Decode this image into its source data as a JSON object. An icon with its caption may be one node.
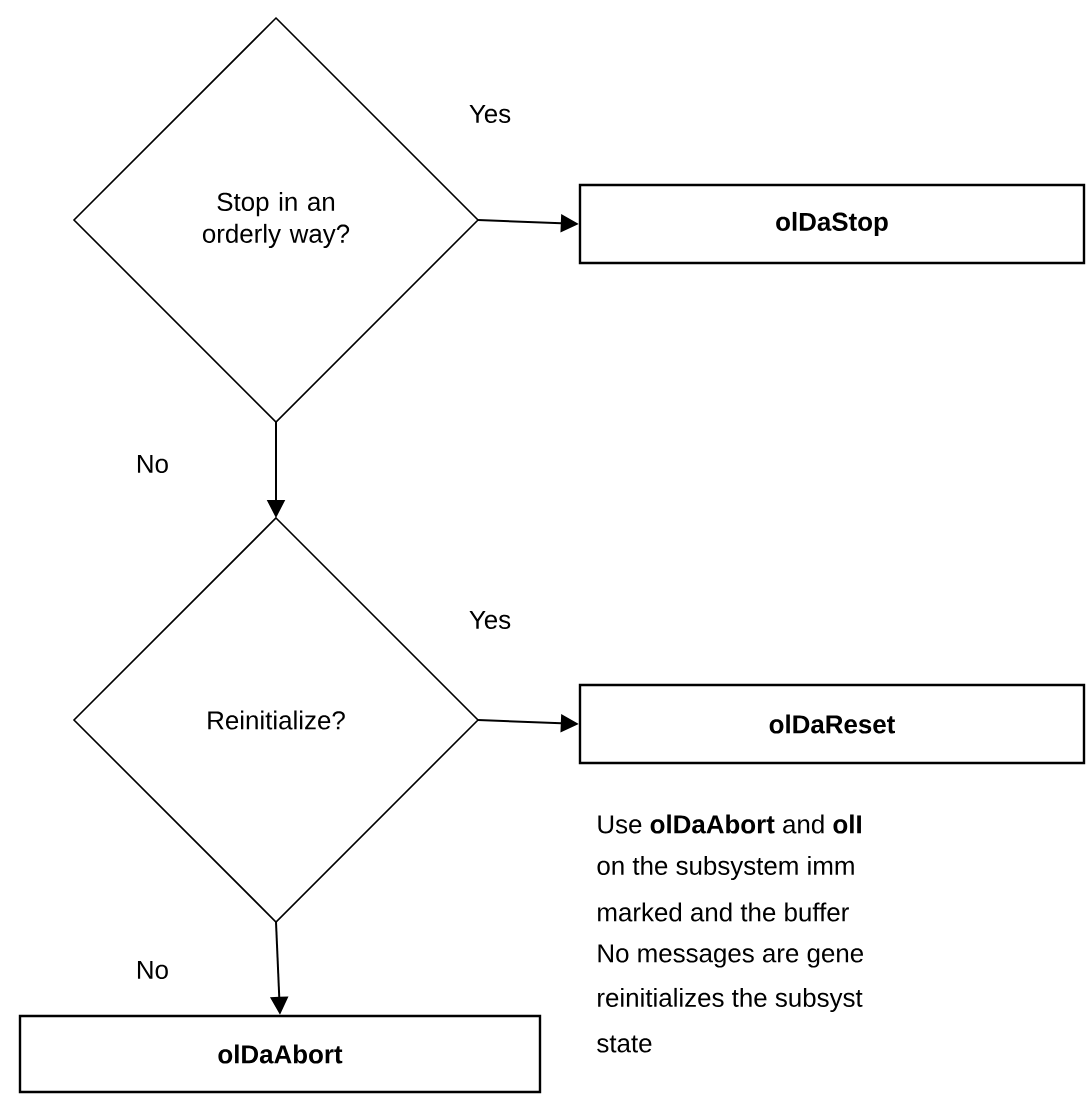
{
  "diagram": {
    "nodes": [
      {
        "text": [
          "Stop in an orderly way?"
        ]
      },
      {
        "text": [
          "olDaStop"
        ]
      },
      {
        "text": [
          "Reinitialize?"
        ]
      },
      {
        "text": [
          "olDaReset"
        ]
      },
      {
        "text": [
          "olDaAbort"
        ]
      }
    ],
    "edges": [
      {
        "from": 0,
        "to": 1,
        "arrow": "to",
        "label": "Yes"
      },
      {
        "from": 0,
        "to": 2,
        "arrow": "to",
        "label": "No"
      },
      {
        "from": 2,
        "to": 3,
        "arrow": "to",
        "label": "Yes"
      },
      {
        "from": 2,
        "to": 4,
        "arrow": "to",
        "label": "No"
      }
    ],
    "labels": [
      "Use **olDaAbort** and **olI**",
      "on the subsystem imm",
      "marked and the buffer",
      "No messages are gene",
      "reinitializes the subsyst",
      "state"
    ]
  }
}
